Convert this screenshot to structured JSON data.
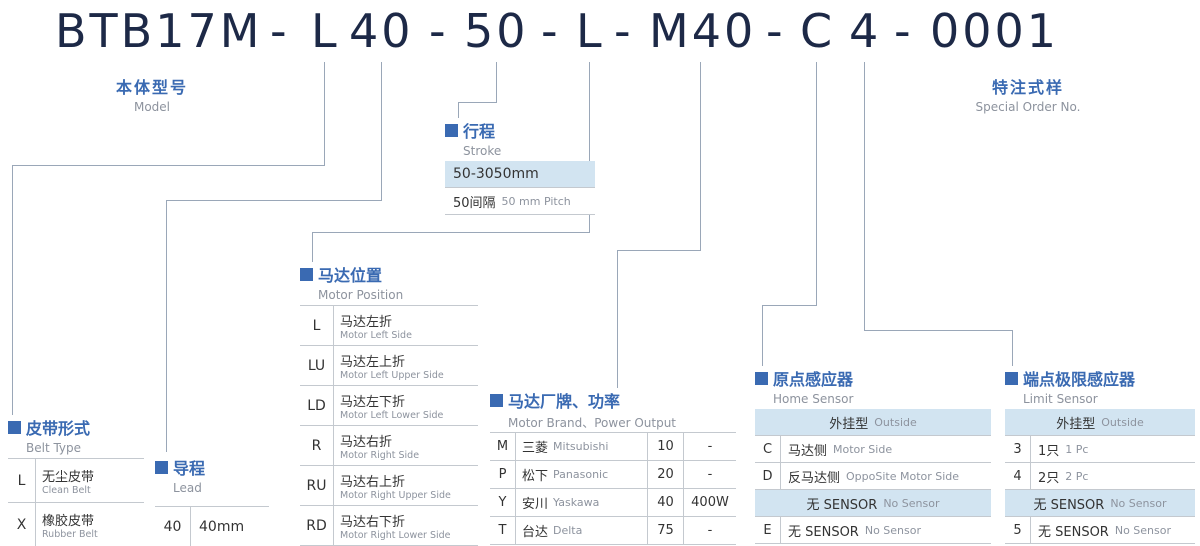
{
  "model_code": {
    "segments": [
      "BTB17M",
      "-",
      "L",
      "40",
      "-",
      "50",
      "-",
      "L",
      "-",
      "M40",
      "-",
      "C",
      "4",
      "-",
      "0001"
    ]
  },
  "model_label": {
    "zh": "本体型号",
    "en": "Model"
  },
  "special_label": {
    "zh": "特注式样",
    "en": "Special Order No."
  },
  "stroke": {
    "zh": "行程",
    "en": "Stroke",
    "range": "50-3050mm",
    "pitch_zh": "50间隔",
    "pitch_en": "50 mm Pitch"
  },
  "belt_type": {
    "zh": "皮带形式",
    "en": "Belt Type",
    "rows": [
      {
        "code": "L",
        "zh": "无尘皮带",
        "en": "Clean Belt"
      },
      {
        "code": "X",
        "zh": "橡胶皮带",
        "en": "Rubber Belt"
      }
    ]
  },
  "lead": {
    "zh": "导程",
    "en": "Lead",
    "rows": [
      {
        "code": "40",
        "value": "40mm"
      }
    ]
  },
  "motor_position": {
    "zh": "马达位置",
    "en": "Motor Position",
    "rows": [
      {
        "code": "L",
        "zh": "马达左折",
        "en": "Motor Left Side"
      },
      {
        "code": "LU",
        "zh": "马达左上折",
        "en": "Motor Left Upper Side"
      },
      {
        "code": "LD",
        "zh": "马达左下折",
        "en": "Motor Left Lower Side"
      },
      {
        "code": "R",
        "zh": "马达右折",
        "en": "Motor Right Side"
      },
      {
        "code": "RU",
        "zh": "马达右上折",
        "en": "Motor Right Upper Side"
      },
      {
        "code": "RD",
        "zh": "马达右下折",
        "en": "Motor Right Lower Side"
      }
    ]
  },
  "motor_brand": {
    "zh": "马达厂牌、功率",
    "en": "Motor Brand、Power Output",
    "rows": [
      {
        "code": "M",
        "brand_zh": "三菱",
        "brand_en": "Mitsubishi",
        "power_code": "10",
        "power": "-"
      },
      {
        "code": "P",
        "brand_zh": "松下",
        "brand_en": "Panasonic",
        "power_code": "20",
        "power": "-"
      },
      {
        "code": "Y",
        "brand_zh": "安川",
        "brand_en": "Yaskawa",
        "power_code": "40",
        "power": "400W"
      },
      {
        "code": "T",
        "brand_zh": "台达",
        "brand_en": "Delta",
        "power_code": "75",
        "power": "-"
      }
    ]
  },
  "home_sensor": {
    "zh": "原点感应器",
    "en": "Home Sensor",
    "group1_zh": "外挂型",
    "group1_en": "Outside",
    "rows1": [
      {
        "code": "C",
        "zh": "马达侧",
        "en": "Motor Side"
      },
      {
        "code": "D",
        "zh": "反马达侧",
        "en": "OppoSite Motor Side"
      }
    ],
    "group2_zh": "无 SENSOR",
    "group2_en": "No Sensor",
    "rows2": [
      {
        "code": "E",
        "zh": "无 SENSOR",
        "en": "No Sensor"
      }
    ]
  },
  "limit_sensor": {
    "zh": "端点极限感应器",
    "en": "Limit Sensor",
    "group1_zh": "外挂型",
    "group1_en": "Outside",
    "rows1": [
      {
        "code": "3",
        "zh": "1只",
        "en": "1 Pc"
      },
      {
        "code": "4",
        "zh": "2只",
        "en": "2 Pc"
      }
    ],
    "group2_zh": "无 SENSOR",
    "group2_en": "No Sensor",
    "rows2": [
      {
        "code": "5",
        "zh": "无 SENSOR",
        "en": "No Sensor"
      }
    ]
  },
  "colors": {
    "accent_blue": "#3a6ab2",
    "code_navy": "#1d2947",
    "shade_blue": "#d2e4f1",
    "line_gray": "#9aa7b8"
  }
}
